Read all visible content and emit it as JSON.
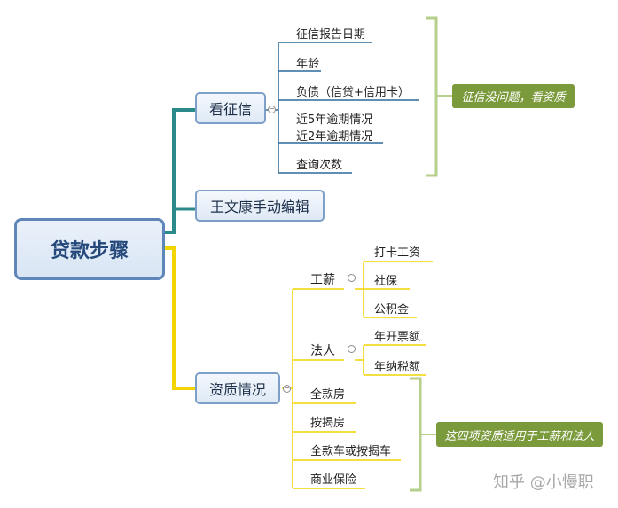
{
  "root": {
    "label": "贷款步骤"
  },
  "credit": {
    "label": "看征信",
    "items": [
      "征信报告日期",
      "年龄",
      "负债（信贷+信用卡）",
      "近5年逾期情况",
      "近2年逾期情况",
      "查询次数"
    ],
    "note": "征信没问题，看资质"
  },
  "editor": {
    "label": "王文康手动编辑"
  },
  "qualification": {
    "label": "资质情况",
    "salary": {
      "label": "工薪",
      "items": [
        "打卡工资",
        "社保",
        "公积金"
      ]
    },
    "legal": {
      "label": "法人",
      "items": [
        "年开票额",
        "年纳税额"
      ]
    },
    "assets": [
      "全款房",
      "按揭房",
      "全款车或按揭车",
      "商业保险"
    ],
    "note": "这四项资质适用于工薪和法人"
  },
  "watermark": "知乎 @小慢职",
  "colors": {
    "teal": "#2b8a8a",
    "yellow": "#f2d400",
    "green_note": "#7a9a3c",
    "bracket": "#b6cf8a"
  }
}
